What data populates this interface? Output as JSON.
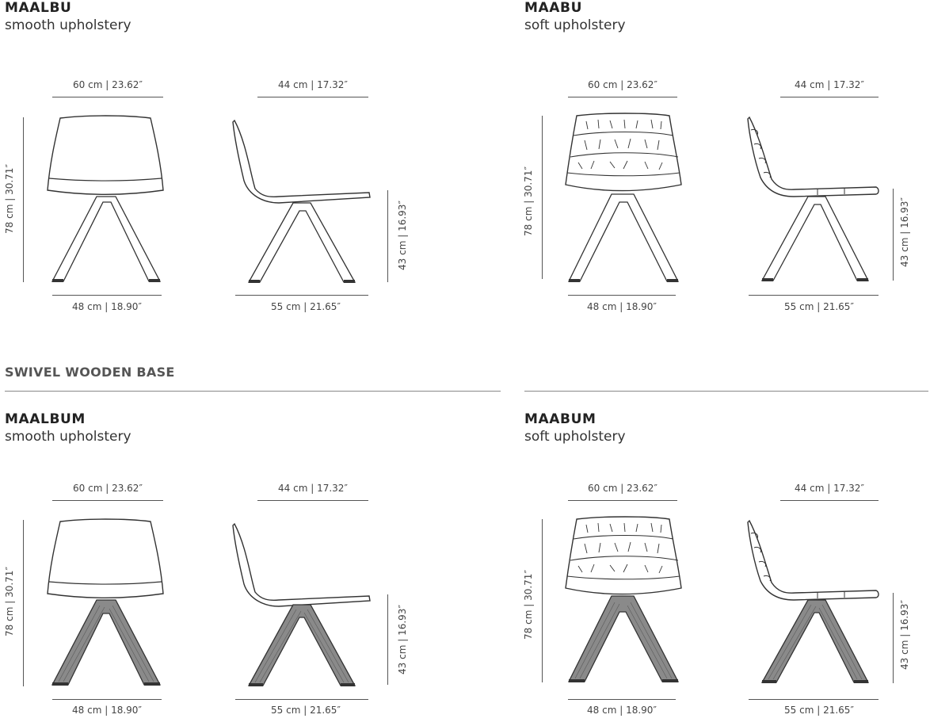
{
  "models": [
    {
      "name": "MAALBU",
      "subtitle": "smooth upholstery"
    },
    {
      "name": "MAABU",
      "subtitle": "soft upholstery"
    },
    {
      "name": "MAALBUM",
      "subtitle": "smooth upholstery"
    },
    {
      "name": "MAABUM",
      "subtitle": "soft upholstery"
    }
  ],
  "section": {
    "title": "SWIVEL WOODEN BASE"
  },
  "dimensions": {
    "width_top": "60 cm | 23.62″",
    "depth_top": "44 cm | 17.32″",
    "width_bottom": "48 cm | 18.90″",
    "depth_bottom": "55 cm | 21.65″",
    "height": "78 cm | 30.71″",
    "seat_height": "43 cm | 16.93″"
  },
  "colors": {
    "line": "#333333",
    "wood": "#8a8a8a"
  }
}
